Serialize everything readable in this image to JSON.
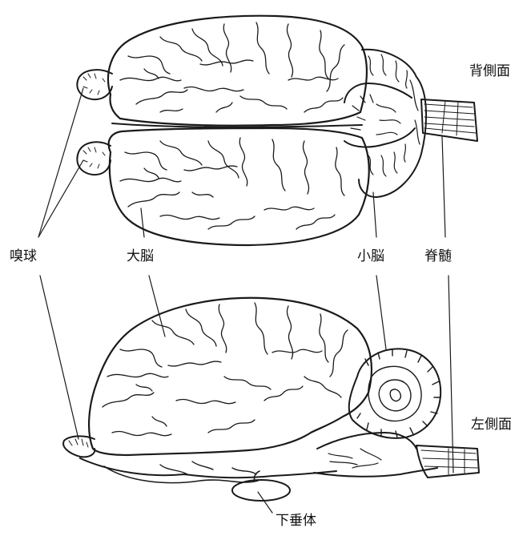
{
  "figure": {
    "views": {
      "dorsal": "背側面",
      "left_lateral": "左側面"
    },
    "parts": {
      "olfactory_bulb": "嗅球",
      "cerebrum": "大脳",
      "cerebellum": "小脳",
      "spinal_cord": "脊髄",
      "pituitary": "下垂体"
    }
  }
}
